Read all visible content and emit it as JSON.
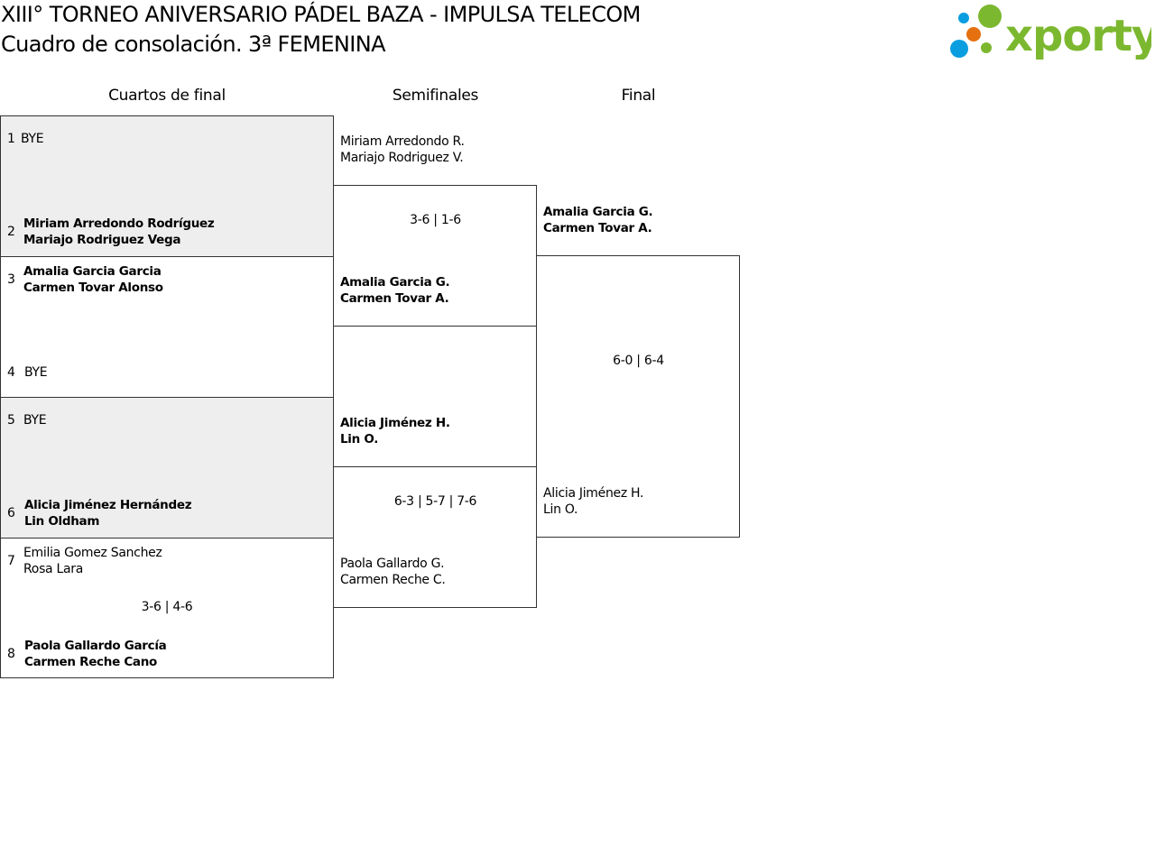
{
  "header": {
    "title": "XIII° TORNEO ANIVERSARIO PÁDEL BAZA - IMPULSA TELECOM",
    "subtitle": "Cuadro de consolación. 3ª FEMENINA",
    "logo_text": "xporty"
  },
  "rounds": [
    "Cuartos de final",
    "Semifinales",
    "Final"
  ],
  "quarterfinals": [
    {
      "a": {
        "seed": "1",
        "p1": "BYE",
        "p2": ""
      },
      "b": {
        "seed": "2",
        "p1": "Miriam Arredondo Rodríguez",
        "p2": "Mariajo Rodriguez Vega"
      },
      "score": ""
    },
    {
      "a": {
        "seed": "3",
        "p1": "Amalia Garcia Garcia",
        "p2": "Carmen Tovar Alonso"
      },
      "b": {
        "seed": "4",
        "p1": "BYE",
        "p2": ""
      },
      "score": ""
    },
    {
      "a": {
        "seed": "5",
        "p1": "BYE",
        "p2": ""
      },
      "b": {
        "seed": "6",
        "p1": "Alicia Jiménez Hernández",
        "p2": "Lin Oldham"
      },
      "score": ""
    },
    {
      "a": {
        "seed": "7",
        "p1": "Emilia Gomez Sanchez",
        "p2": "Rosa Lara"
      },
      "b": {
        "seed": "8",
        "p1": "Paola Gallardo García",
        "p2": "Carmen Reche Cano"
      },
      "score": "3-6 | 4-6"
    }
  ],
  "semifinals": [
    {
      "a": {
        "p1": "Miriam Arredondo R.",
        "p2": "Mariajo Rodriguez V."
      },
      "b": {
        "p1": "Amalia Garcia G.",
        "p2": "Carmen Tovar A."
      },
      "score": "3-6 | 1-6"
    },
    {
      "a": {
        "p1": "Alicia Jiménez H.",
        "p2": "Lin O."
      },
      "b": {
        "p1": "Paola Gallardo G.",
        "p2": "Carmen Reche C."
      },
      "score": "6-3 | 5-7 | 7-6"
    }
  ],
  "final": {
    "a": {
      "p1": "Amalia Garcia G.",
      "p2": "Carmen Tovar A."
    },
    "b": {
      "p1": "Alicia Jiménez H.",
      "p2": "Lin O."
    },
    "score": "6-0 | 6-4"
  },
  "colors": {
    "green": "#7cb82f",
    "blue": "#0a9ee0",
    "orange": "#e5700f"
  }
}
